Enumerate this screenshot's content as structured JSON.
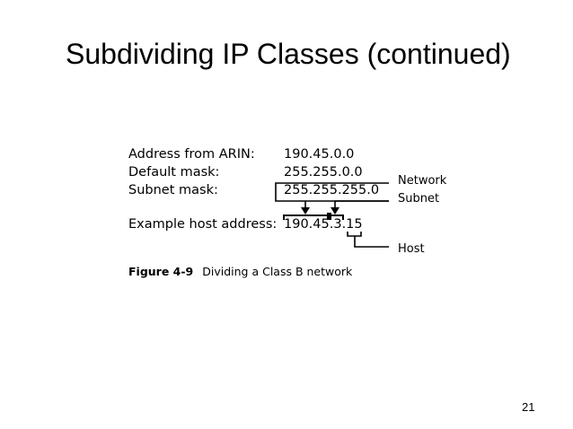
{
  "slide": {
    "title": "Subdividing IP Classes (continued)",
    "page_number": "21"
  },
  "figure": {
    "rows": [
      {
        "label": "Address from ARIN:",
        "value": "190.45.0.0"
      },
      {
        "label": "Default mask:",
        "value": "255.255.0.0"
      },
      {
        "label": "Subnet mask:",
        "value": "255.255.255.0"
      },
      {
        "label": "Example host address:",
        "value": "190.45.3.15"
      }
    ],
    "tags": {
      "network": "Network",
      "subnet": "Subnet",
      "host": "Host"
    },
    "caption_number": "Figure 4-9",
    "caption_text": "Dividing a Class B network"
  }
}
